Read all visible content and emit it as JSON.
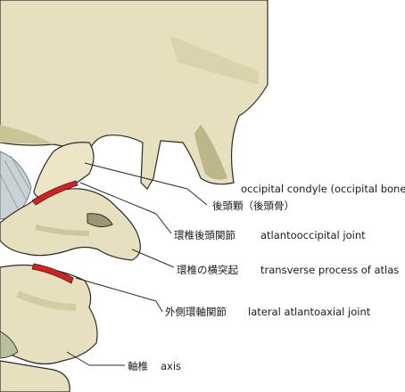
{
  "labels": {
    "condyle_en": "occipital condyle (occipital bone)",
    "condyle_jp": "後頭顆（後頭骨）",
    "ao_joint_jp": "環椎後頭関節",
    "ao_joint_en": "atlantooccipital joint",
    "transverse_jp": "環椎の横突起",
    "transverse_en": "transverse process of atlas",
    "aa_joint_jp": "外側環軸関節",
    "aa_joint_en": "lateral atlantoaxial joint",
    "axis_jp": "軸椎",
    "axis_en": "axis"
  },
  "colors": {
    "bone": "#e7e0be",
    "bone_shade": "#cbc497",
    "bone_dark": "#a9a27a",
    "cartilage": "#d81e1e",
    "ligament": "#c9d3d6",
    "outline": "#2b2b2b"
  }
}
